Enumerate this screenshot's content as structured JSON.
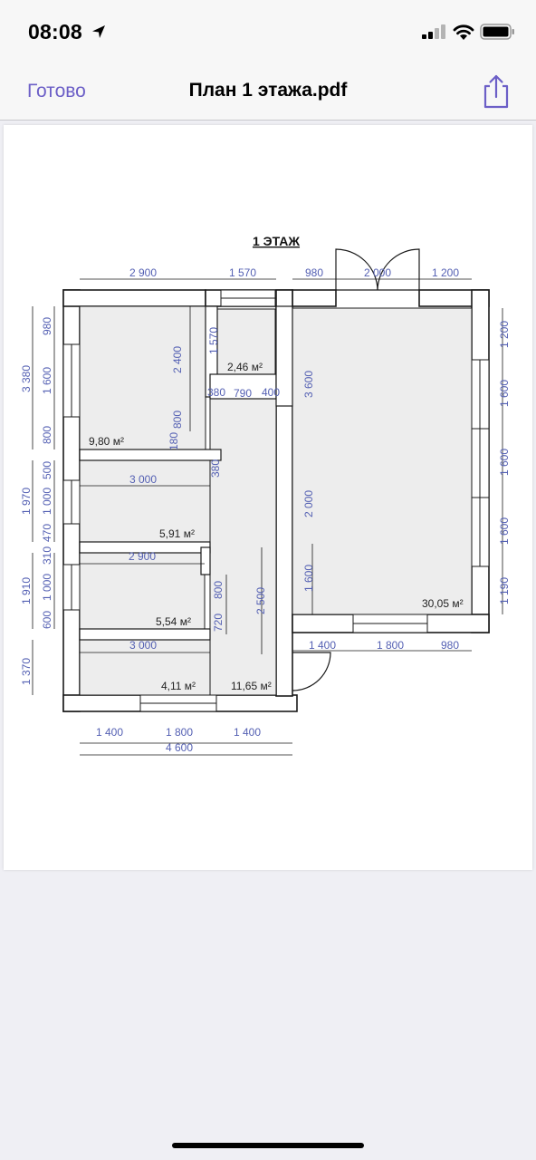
{
  "status_bar": {
    "time": "08:08"
  },
  "nav": {
    "done_label": "Готово",
    "title": "План 1 этажа.pdf"
  },
  "plan": {
    "title": "1 ЭТАЖ",
    "rooms": {
      "r1": "9,80 м²",
      "r2": "2,46 м²",
      "r3": "5,91 м²",
      "r4": "5,54 м²",
      "r5": "4,11 м²",
      "r6": "11,65 м²",
      "r7": "30,05 м²"
    },
    "dims": {
      "t2900": "2 900",
      "t1570": "1 570",
      "t980": "980",
      "t2000": "2 000",
      "t1200": "1 200",
      "l3380": "3 380",
      "l980": "980",
      "l1600": "1 600",
      "l800": "800",
      "l1970": "1 970",
      "l500": "500",
      "l1000a": "1 000",
      "l470": "470",
      "l1910": "1 910",
      "l310": "310",
      "l1000b": "1 000",
      "l600": "600",
      "l1370": "1 370",
      "i2400": "2 400",
      "i1570": "1 570",
      "i380a": "380",
      "i790": "790",
      "i400": "400",
      "i3600": "3 600",
      "i180": "180",
      "i800a": "800",
      "i380b": "380",
      "i3000a": "3 000",
      "i2900b": "2 900",
      "i2000": "2 000",
      "i800b": "800",
      "i720": "720",
      "i2500": "2 500",
      "i1600c": "1 600",
      "i3000b": "3 000",
      "r1200": "1 200",
      "r1600a": "1 600",
      "r1600b": "1 600",
      "r1600c": "1 600",
      "r1190": "1 190",
      "b1400a": "1 400",
      "b1800a": "1 800",
      "b980": "980",
      "f1400a": "1 400",
      "f1800": "1 800",
      "f1400b": "1 400",
      "f4600": "4 600"
    }
  }
}
